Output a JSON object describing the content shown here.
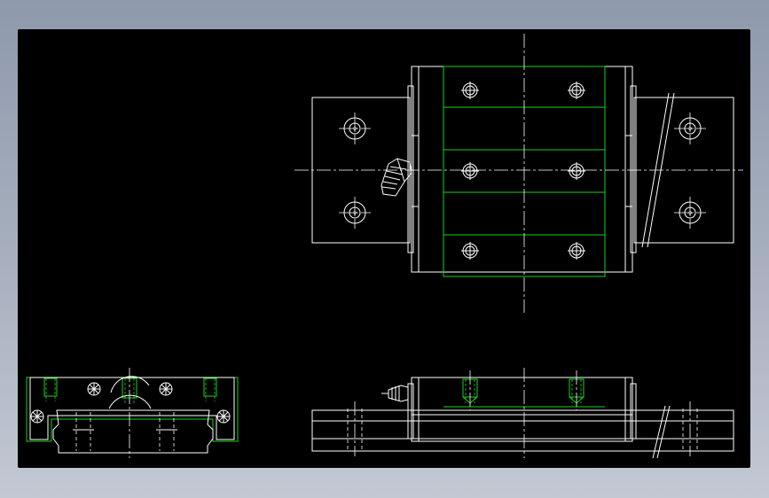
{
  "app": {
    "accent_background": "#000000",
    "line_color_primary": "#ffffff",
    "line_color_secondary": "#19d219",
    "frame_gradient_top": "#8e99ac",
    "frame_gradient_bottom": "#c3c8d3"
  },
  "drawing": {
    "views": [
      "top-view",
      "front-view",
      "side-view"
    ],
    "icons": {
      "grease-nipple": "grease-nipple-icon",
      "bolt-hole": "bolt-hole-icon",
      "thread": "thread-icon"
    }
  }
}
